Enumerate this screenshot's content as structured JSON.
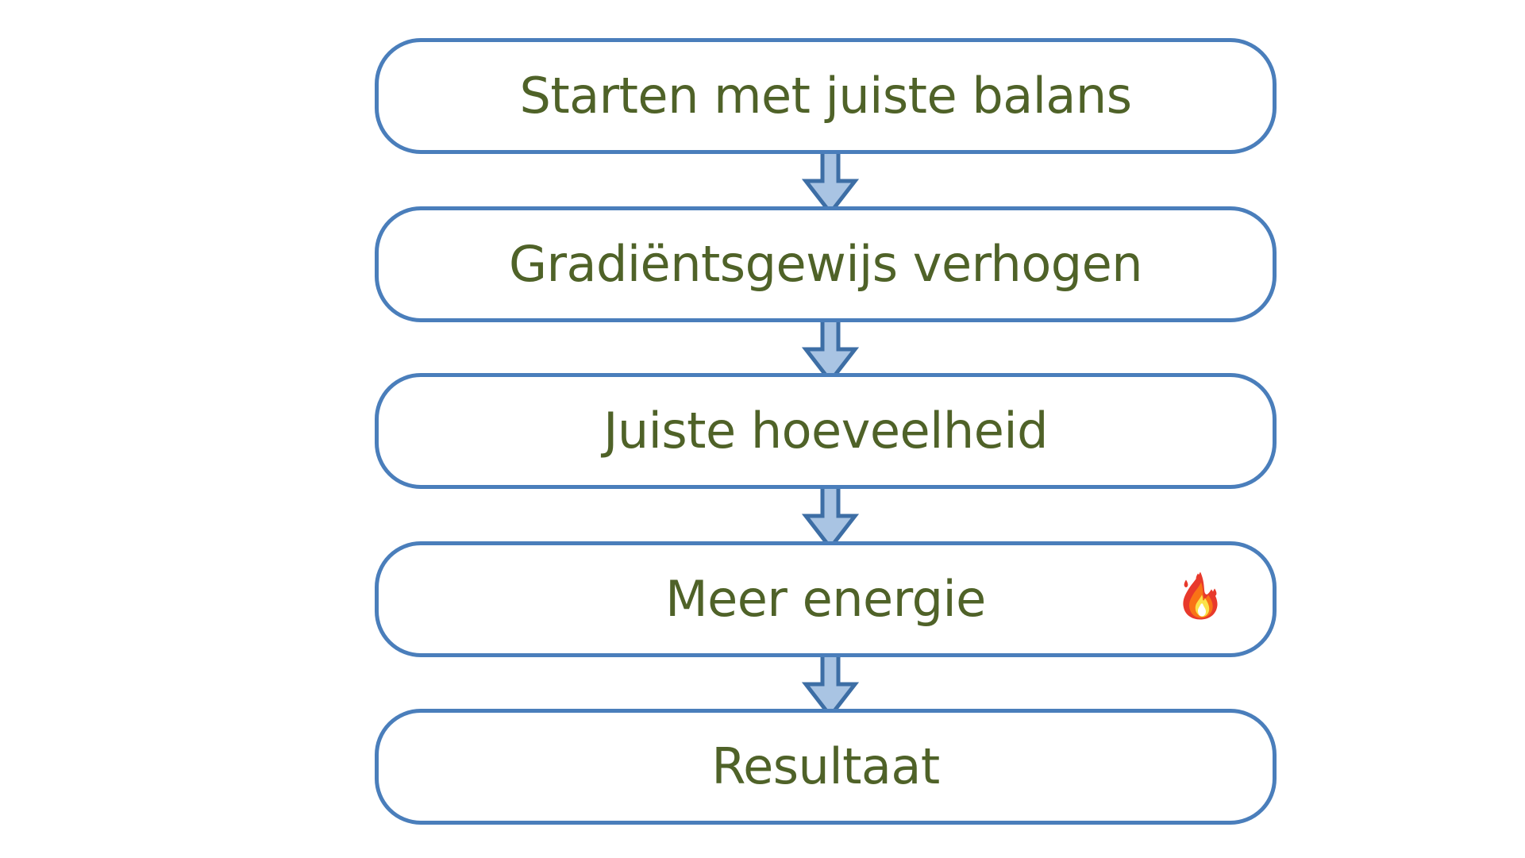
{
  "diagram": {
    "type": "flowchart",
    "orientation": "vertical",
    "title": "",
    "colors": {
      "node_border": "#4a7ebb",
      "node_fill": "#ffffff",
      "text": "#4f6228",
      "arrow_fill": "#a9c4e3",
      "arrow_stroke": "#3d6ea5",
      "background": "#ffffff"
    },
    "nodes": [
      {
        "id": "node-0",
        "label": "Starten met juiste balans",
        "emoji": ""
      },
      {
        "id": "node-1",
        "label": "Gradiëntsgewijs verhogen",
        "emoji": ""
      },
      {
        "id": "node-2",
        "label": "Juiste hoeveelheid",
        "emoji": ""
      },
      {
        "id": "node-3",
        "label": "Meer energie",
        "emoji": "🔥",
        "emoji_name": "fire-emoji"
      },
      {
        "id": "node-4",
        "label": "Resultaat",
        "emoji": ""
      }
    ],
    "connectors": [
      {
        "id": "arrow-0",
        "from": "node-0",
        "to": "node-1",
        "icon": "arrow-down-icon"
      },
      {
        "id": "arrow-1",
        "from": "node-1",
        "to": "node-2",
        "icon": "arrow-down-icon"
      },
      {
        "id": "arrow-2",
        "from": "node-2",
        "to": "node-3",
        "icon": "arrow-down-icon"
      },
      {
        "id": "arrow-3",
        "from": "node-3",
        "to": "node-4",
        "icon": "arrow-down-icon"
      }
    ]
  }
}
